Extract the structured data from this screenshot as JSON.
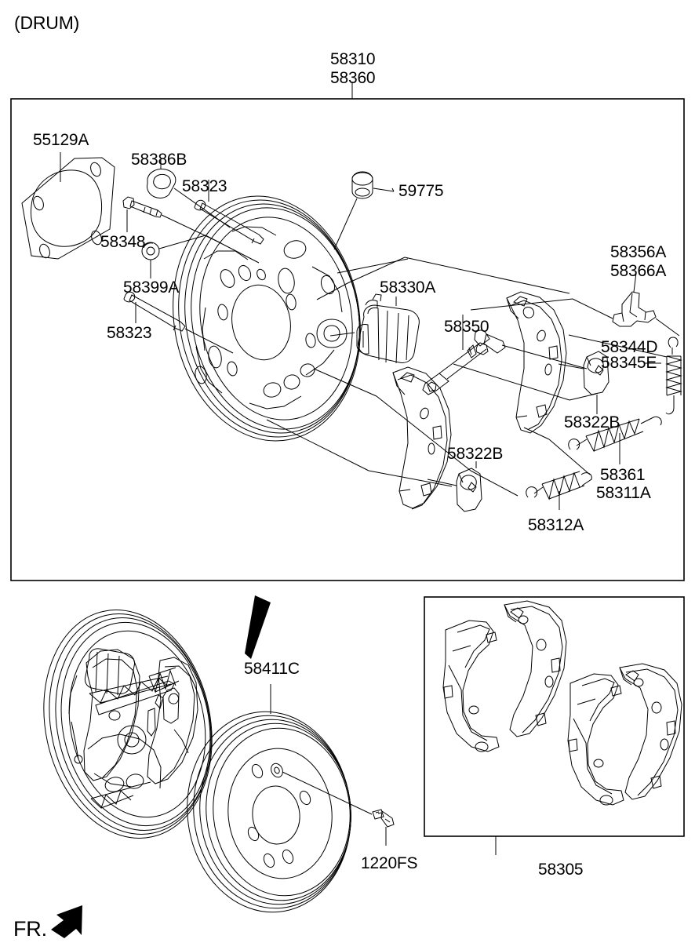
{
  "diagram": {
    "title": "(DRUM)",
    "orientation_marker": {
      "label": "FR.",
      "icon": "front-arrow-icon"
    }
  },
  "main_panel": {
    "callouts_top": [
      "58310",
      "58360"
    ],
    "parts": [
      {
        "id": "p55129A",
        "number": "55129A",
        "name": "backing-plate-gasket"
      },
      {
        "id": "p58386B",
        "number": "58386B",
        "name": "brake-shoe-hold-down-pin-clip"
      },
      {
        "id": "p58323",
        "number": "58323",
        "name": "shoe-hold-down-pin"
      },
      {
        "id": "p58348",
        "number": "58348",
        "name": "backing-plate-bolt"
      },
      {
        "id": "p58399A",
        "number": "58399A",
        "name": "hold-down-spring-cup"
      },
      {
        "id": "p58323b",
        "number": "58323",
        "name": "shoe-hold-down-pin-lower"
      },
      {
        "id": "p59775",
        "number": "59775",
        "name": "bleeder-screw-cap"
      },
      {
        "id": "p58330A",
        "number": "58330A",
        "name": "wheel-cylinder-assembly"
      },
      {
        "id": "p58350",
        "number": "58350",
        "name": "shoe-adjuster-assembly"
      },
      {
        "id": "p58356A",
        "number": "58356A",
        "name": "parking-brake-lever-upper"
      },
      {
        "id": "p58366A",
        "number": "58366A",
        "name": "parking-brake-lever-lower"
      },
      {
        "id": "p58344D",
        "number": "58344D",
        "name": "adjuster-lever-upper"
      },
      {
        "id": "p58345E",
        "number": "58345E",
        "name": "adjuster-lever-lower"
      },
      {
        "id": "p58322B_right",
        "number": "58322B",
        "name": "shoe-strut-right"
      },
      {
        "id": "p58322B_left",
        "number": "58322B",
        "name": "shoe-strut-left"
      },
      {
        "id": "p58361",
        "number": "58361",
        "name": "return-spring-upper"
      },
      {
        "id": "p58311A",
        "number": "58311A",
        "name": "return-spring-lower"
      },
      {
        "id": "p58312A",
        "number": "58312A",
        "name": "shoe-return-spring"
      }
    ]
  },
  "lower_section": {
    "assembly_label": {
      "number": "58411C",
      "name": "brake-drum"
    },
    "fastener_label": {
      "number": "1220FS",
      "name": "drum-retaining-screw"
    },
    "shoe_kit_panel": {
      "number": "58305",
      "name": "brake-shoe-kit"
    }
  },
  "labels": {
    "title": "(DRUM)",
    "n58310": "58310",
    "n58360": "58360",
    "n55129A": "55129A",
    "n58386B": "58386B",
    "n58323_top": "58323",
    "n58348": "58348",
    "n58399A": "58399A",
    "n58323_low": "58323",
    "n59775": "59775",
    "n58330A": "58330A",
    "n58350": "58350",
    "n58356A": "58356A",
    "n58366A": "58366A",
    "n58344D": "58344D",
    "n58345E": "58345E",
    "n58322B_r": "58322B",
    "n58322B_l": "58322B",
    "n58361": "58361",
    "n58311A": "58311A",
    "n58312A": "58312A",
    "n58411C": "58411C",
    "n1220FS": "1220FS",
    "n58305": "58305",
    "fr": "FR."
  }
}
